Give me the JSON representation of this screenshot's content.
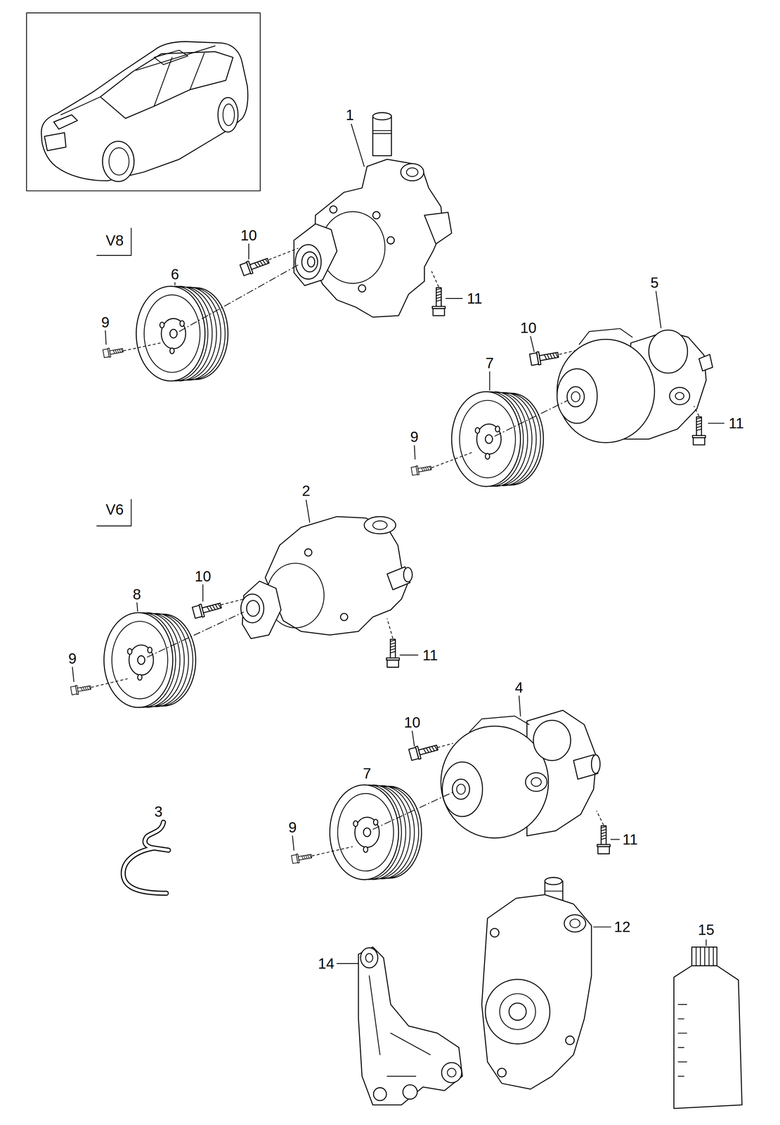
{
  "diagram": {
    "labels": [
      "1",
      "V8",
      "10",
      "6",
      "9",
      "11",
      "5",
      "10",
      "7",
      "9",
      "11",
      "V6",
      "2",
      "10",
      "8",
      "9",
      "11",
      "4",
      "10",
      "7",
      "9",
      "3",
      "11",
      "12",
      "14",
      "15"
    ]
  }
}
